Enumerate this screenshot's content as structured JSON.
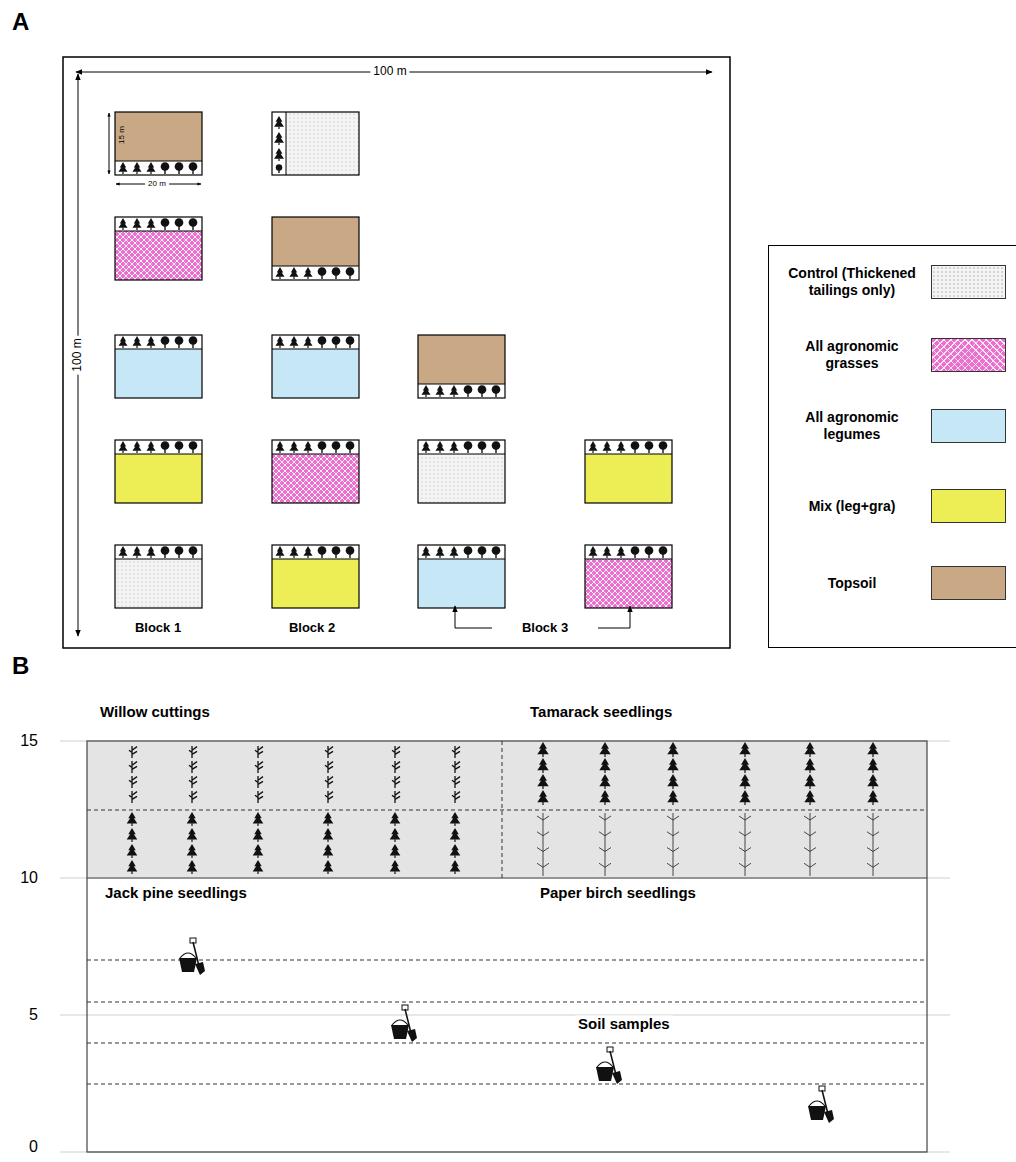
{
  "diagram": {
    "labels": [
      "A",
      "100 m",
      "100 m",
      "15 m",
      "20 m",
      "Block 1",
      "Block 2",
      "Block 3",
      "B",
      "Willow cuttings",
      "Tamarack seedlings",
      "Jack pine seedlings",
      "Paper birch seedlings",
      "Soil samples",
      "15",
      "10",
      "5",
      "0"
    ],
    "legend": [
      {
        "text": "Control (Thickened tailings only)",
        "color": "#f4f4f4"
      },
      {
        "text": "All agronomic grasses",
        "color": "#ea6fce"
      },
      {
        "text": "All agronomic legumes",
        "color": "#c6e7f6"
      },
      {
        "text": "Mix (leg+gra)",
        "color": "#eded55"
      },
      {
        "text": "Topsoil",
        "color": "#c9a985"
      }
    ]
  }
}
